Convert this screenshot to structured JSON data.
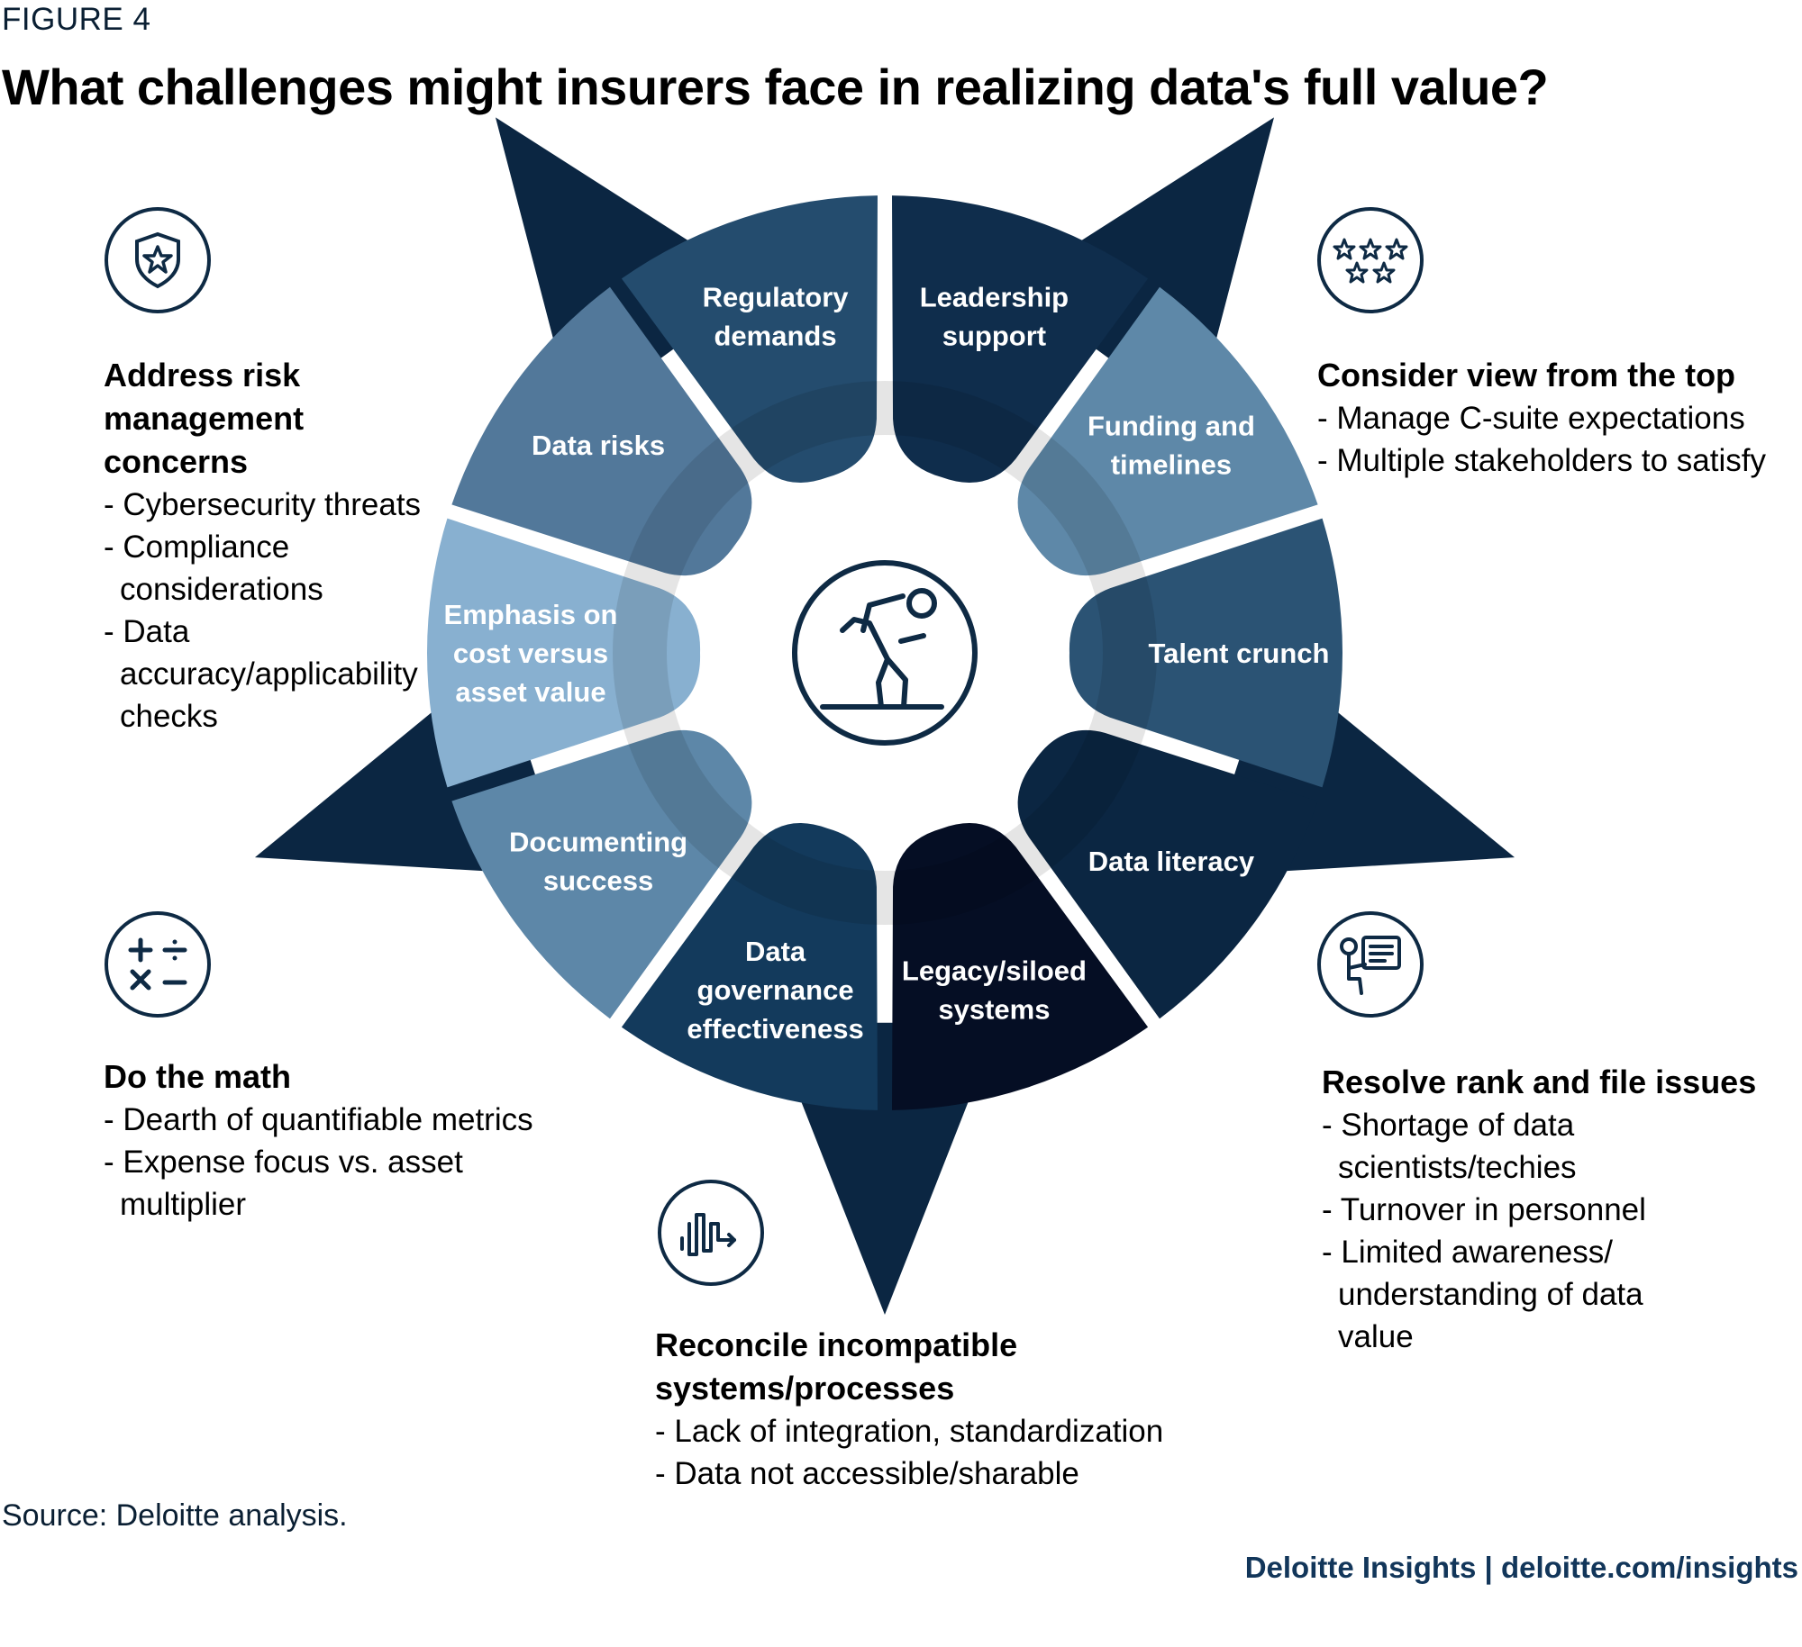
{
  "figure_label": "FIGURE 4",
  "title": "What challenges might insurers face in realizing data's full value?",
  "segments": [
    {
      "label_lines": [
        "Leadership",
        "support"
      ],
      "color": "#0f2d4c"
    },
    {
      "label_lines": [
        "Funding and",
        "timelines"
      ],
      "color": "#5e88a8"
    },
    {
      "label_lines": [
        "Talent crunch"
      ],
      "color": "#2b5374"
    },
    {
      "label_lines": [
        "Data literacy"
      ],
      "color": "#0b2642"
    },
    {
      "label_lines": [
        "Legacy/siloed",
        "systems"
      ],
      "color": "#050e24"
    },
    {
      "label_lines": [
        "Data",
        "governance",
        "effectiveness"
      ],
      "color": "#133a5c"
    },
    {
      "label_lines": [
        "Documenting",
        "success"
      ],
      "color": "#5d87a8"
    },
    {
      "label_lines": [
        "Emphasis on",
        "cost versus",
        "asset value"
      ],
      "color": "#88b0d0"
    },
    {
      "label_lines": [
        "Data risks"
      ],
      "color": "#52789a"
    },
    {
      "label_lines": [
        "Regulatory",
        "demands"
      ],
      "color": "#244c6e"
    }
  ],
  "callouts": {
    "risk": {
      "icon": "shield-star-icon",
      "title_lines": [
        "Address risk management",
        "concerns"
      ],
      "items": [
        "- Cybersecurity threats",
        "- Compliance considerations",
        "- Data accuracy/applicability checks"
      ]
    },
    "top": {
      "icon": "stars-icon",
      "title_lines": [
        "Consider view from the top"
      ],
      "items": [
        "- Manage C-suite expectations",
        "- Multiple stakeholders to satisfy"
      ]
    },
    "math": {
      "icon": "math-operators-icon",
      "title_lines": [
        "Do the math"
      ],
      "items": [
        "- Dearth of quantifiable metrics",
        "- Expense focus vs. asset multiplier"
      ]
    },
    "rank": {
      "icon": "presenter-board-icon",
      "title_lines": [
        "Resolve rank and file issues"
      ],
      "items": [
        "- Shortage of data scientists/techies",
        "- Turnover in personnel",
        "- Limited awareness/ understanding of data value"
      ]
    },
    "systems": {
      "icon": "signal-arrow-icon",
      "title_lines": [
        "Reconcile incompatible systems/processes"
      ],
      "items": [
        "- Lack of integration, standardization",
        "- Data not accessible/sharable"
      ]
    }
  },
  "center_icon": "stumbling-figure-icon",
  "source": "Source: Deloitte analysis.",
  "credit": "Deloitte Insights | deloitte.com/insights"
}
